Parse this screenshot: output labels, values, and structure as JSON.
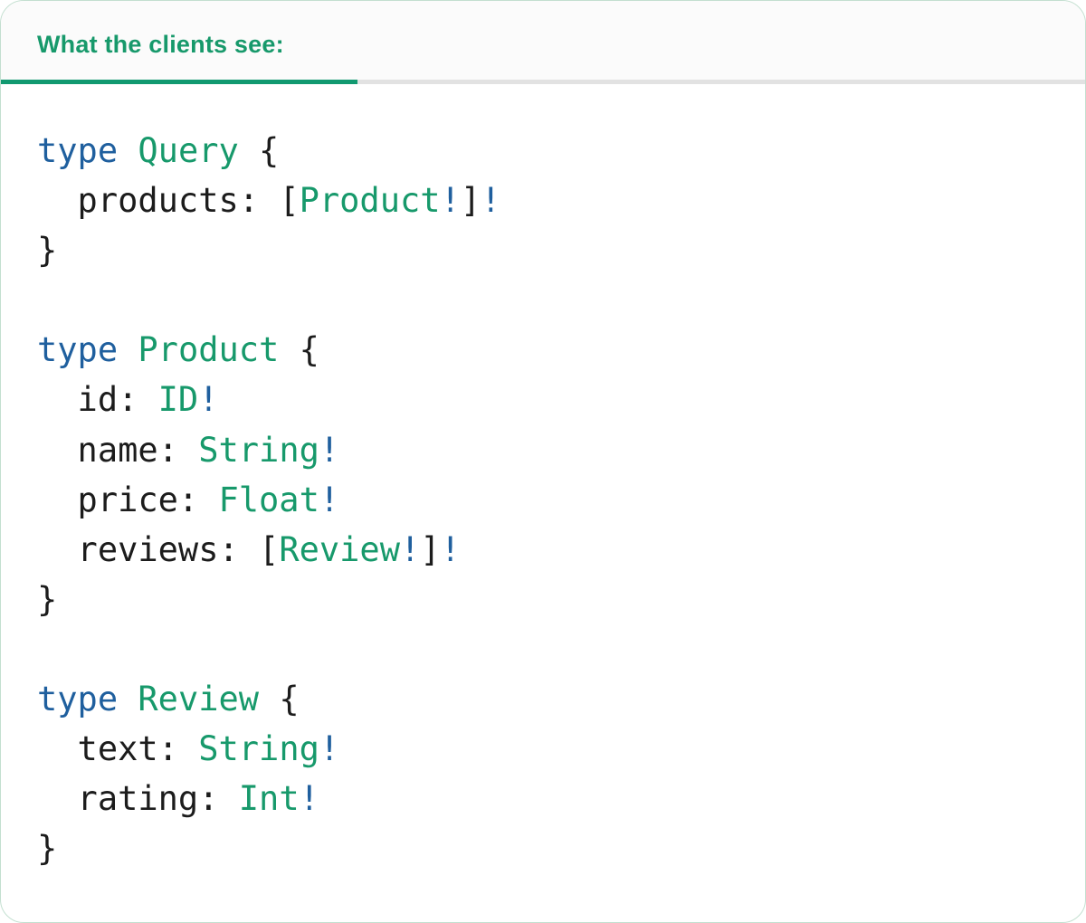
{
  "tab": {
    "label": "What the clients see:"
  },
  "colors": {
    "accent_green": "#17996b",
    "keyword_blue": "#1f5f9e",
    "code_text": "#1c1c1c",
    "tab_underline": "#119970",
    "divider_gray": "#e2e2e2",
    "header_bg": "#fbfbfb",
    "card_border": "#c3dfd0",
    "card_bg": "#ffffff"
  },
  "code": {
    "language": "graphql",
    "lines": [
      {
        "tokens": [
          {
            "text": "type",
            "style": "keyword"
          },
          {
            "text": " ",
            "style": "plain"
          },
          {
            "text": "Query",
            "style": "typename"
          },
          {
            "text": " {",
            "style": "plain"
          }
        ]
      },
      {
        "tokens": [
          {
            "text": "  products: ",
            "style": "plain"
          },
          {
            "text": "[",
            "style": "plain"
          },
          {
            "text": "Product",
            "style": "typename"
          },
          {
            "text": "!",
            "style": "bang"
          },
          {
            "text": "]",
            "style": "plain"
          },
          {
            "text": "!",
            "style": "bang"
          }
        ]
      },
      {
        "tokens": [
          {
            "text": "}",
            "style": "plain"
          }
        ]
      },
      {
        "tokens": []
      },
      {
        "tokens": [
          {
            "text": "type",
            "style": "keyword"
          },
          {
            "text": " ",
            "style": "plain"
          },
          {
            "text": "Product",
            "style": "typename"
          },
          {
            "text": " {",
            "style": "plain"
          }
        ]
      },
      {
        "tokens": [
          {
            "text": "  id: ",
            "style": "plain"
          },
          {
            "text": "ID",
            "style": "typename"
          },
          {
            "text": "!",
            "style": "bang"
          }
        ]
      },
      {
        "tokens": [
          {
            "text": "  name: ",
            "style": "plain"
          },
          {
            "text": "String",
            "style": "typename"
          },
          {
            "text": "!",
            "style": "bang"
          }
        ]
      },
      {
        "tokens": [
          {
            "text": "  price: ",
            "style": "plain"
          },
          {
            "text": "Float",
            "style": "typename"
          },
          {
            "text": "!",
            "style": "bang"
          }
        ]
      },
      {
        "tokens": [
          {
            "text": "  reviews: ",
            "style": "plain"
          },
          {
            "text": "[",
            "style": "plain"
          },
          {
            "text": "Review",
            "style": "typename"
          },
          {
            "text": "!",
            "style": "bang"
          },
          {
            "text": "]",
            "style": "plain"
          },
          {
            "text": "!",
            "style": "bang"
          }
        ]
      },
      {
        "tokens": [
          {
            "text": "}",
            "style": "plain"
          }
        ]
      },
      {
        "tokens": []
      },
      {
        "tokens": [
          {
            "text": "type",
            "style": "keyword"
          },
          {
            "text": " ",
            "style": "plain"
          },
          {
            "text": "Review",
            "style": "typename"
          },
          {
            "text": " {",
            "style": "plain"
          }
        ]
      },
      {
        "tokens": [
          {
            "text": "  text: ",
            "style": "plain"
          },
          {
            "text": "String",
            "style": "typename"
          },
          {
            "text": "!",
            "style": "bang"
          }
        ]
      },
      {
        "tokens": [
          {
            "text": "  rating: ",
            "style": "plain"
          },
          {
            "text": "Int",
            "style": "typename"
          },
          {
            "text": "!",
            "style": "bang"
          }
        ]
      },
      {
        "tokens": [
          {
            "text": "}",
            "style": "plain"
          }
        ]
      }
    ]
  }
}
